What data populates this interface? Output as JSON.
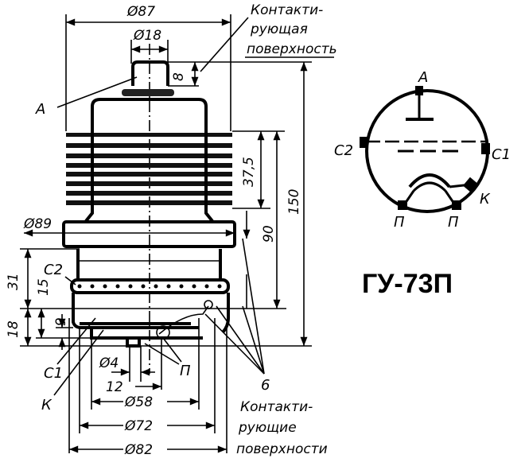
{
  "dimensions": {
    "d87": "Ø87",
    "d18": "Ø18",
    "h8": "8",
    "h37_5": "37,5",
    "h150": "150",
    "d89": "Ø89",
    "h90": "90",
    "h31": "31",
    "h15": "15",
    "h18": "18",
    "h9": "9",
    "d4": "Ø4",
    "w12": "12",
    "d58": "Ø58",
    "d72": "Ø72",
    "d82": "Ø82",
    "h6": "6"
  },
  "labels": {
    "anode": "А",
    "grid2": "С2",
    "grid1": "С1",
    "cathode": "К",
    "heater": "П",
    "top_note": [
      "Контакти-",
      "рующая",
      "поверхность"
    ],
    "bottom_note": [
      "Контакти-",
      "рующие",
      "поверхности"
    ]
  },
  "schematic": {
    "anode": "А",
    "grid2": "С2",
    "grid1": "С1",
    "cathode": "К",
    "heater_left": "П",
    "heater_right": "П"
  },
  "tube_name": "ГУ-73П"
}
